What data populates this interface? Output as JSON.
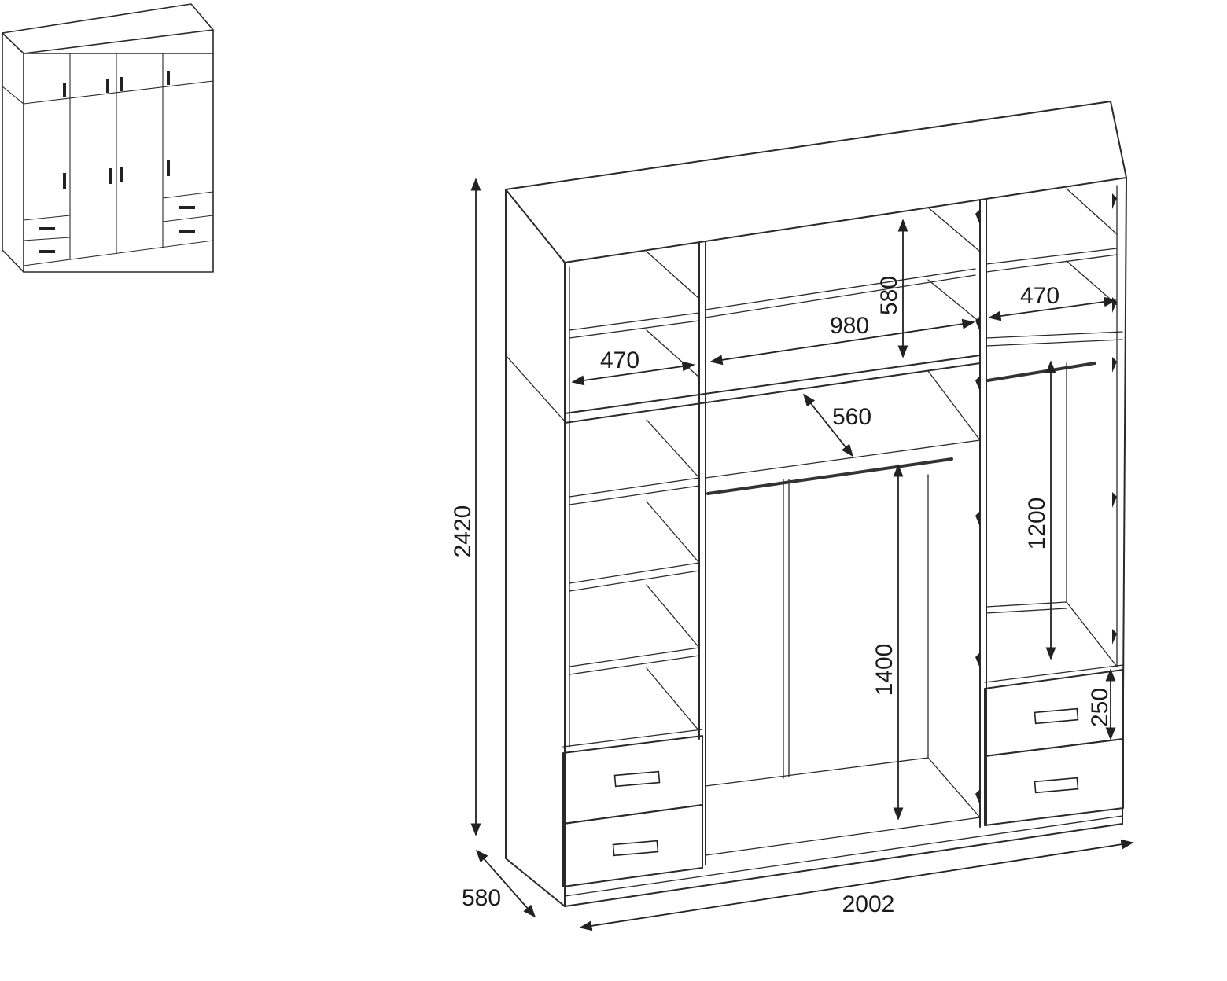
{
  "dimensions": {
    "overall_height": "2420",
    "overall_depth": "580",
    "overall_width": "2002",
    "top_left_shelf_width": "470",
    "top_right_shelf_width": "470",
    "top_middle_width": "980",
    "top_compartment_height": "580",
    "shelf_depth": "560",
    "right_hanging_height": "1200",
    "middle_hanging_height": "1400",
    "drawer_height": "250"
  },
  "colors": {
    "line": "#2a2a2a",
    "background": "#ffffff"
  }
}
